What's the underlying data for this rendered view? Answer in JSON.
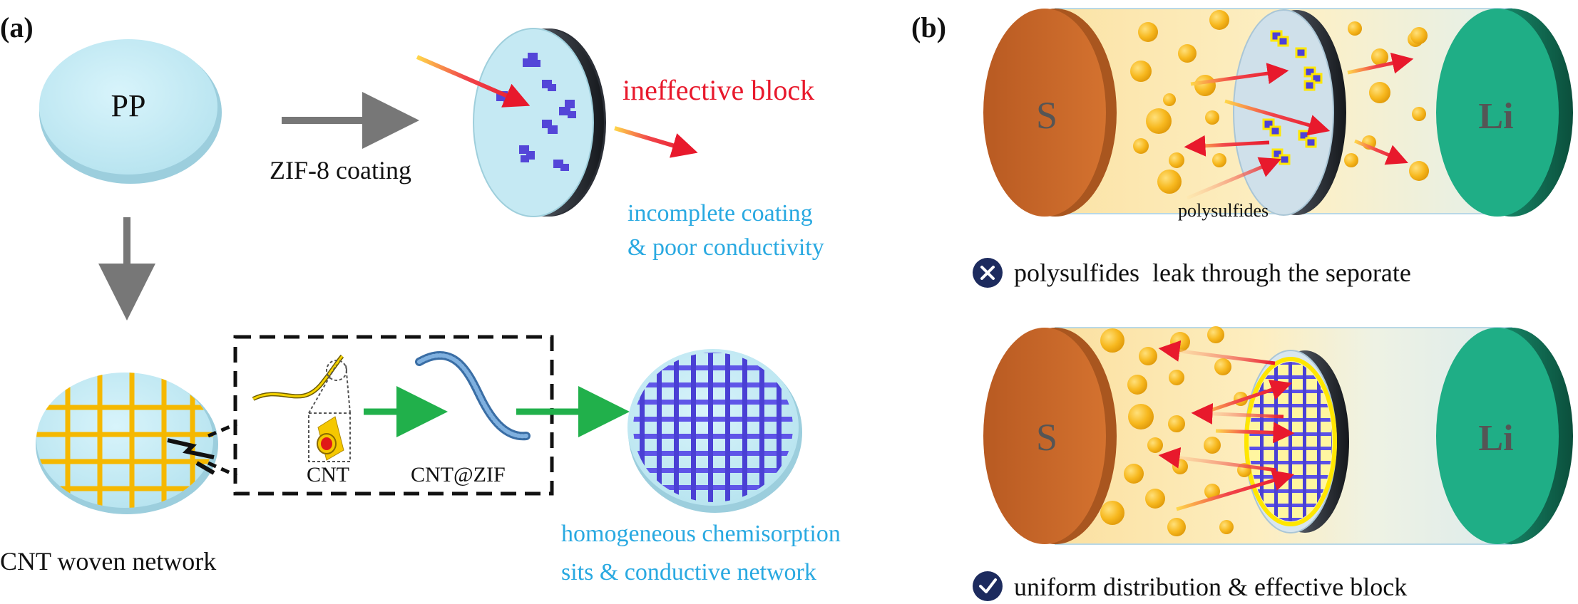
{
  "panel_a": {
    "label": "(a)",
    "pp_label": "PP",
    "zif_coating_label": "ZIF-8 coating",
    "ineffective_block": "ineffective block",
    "incomplete_line1": "incomplete coating",
    "incomplete_line2": "& poor conductivity",
    "cnt_network_label": "CNT woven network",
    "cnt_label": "CNT",
    "cnt_zif_label": "CNT@ZIF",
    "homogeneous_line1": "homogeneous chemisorption",
    "homogeneous_line2": "sits & conductive network"
  },
  "panel_b": {
    "label": "(b)",
    "top": {
      "cathode_label": "S",
      "anode_label": "Li",
      "polysulfides_label": "polysulfides",
      "status_icon": "cross-icon",
      "caption": "polysulfides  leak through the seporate"
    },
    "bottom": {
      "cathode_label": "S",
      "anode_label": "Li",
      "status_icon": "check-icon",
      "caption": "uniform distribution & effective block"
    }
  },
  "colors": {
    "pp_disk": "#c9eef7",
    "cnt_yellow": "#f5b800",
    "zif_blue": "#5b4fe0",
    "red_arrow": "#e8192c",
    "gray_arrow": "#777777",
    "green_arrow": "#21b04b",
    "cyan_text": "#29a9e1",
    "sulfur_electrode": "#c8662a",
    "lithium_electrode": "#1fae86",
    "badge": "#1d2b5e"
  }
}
